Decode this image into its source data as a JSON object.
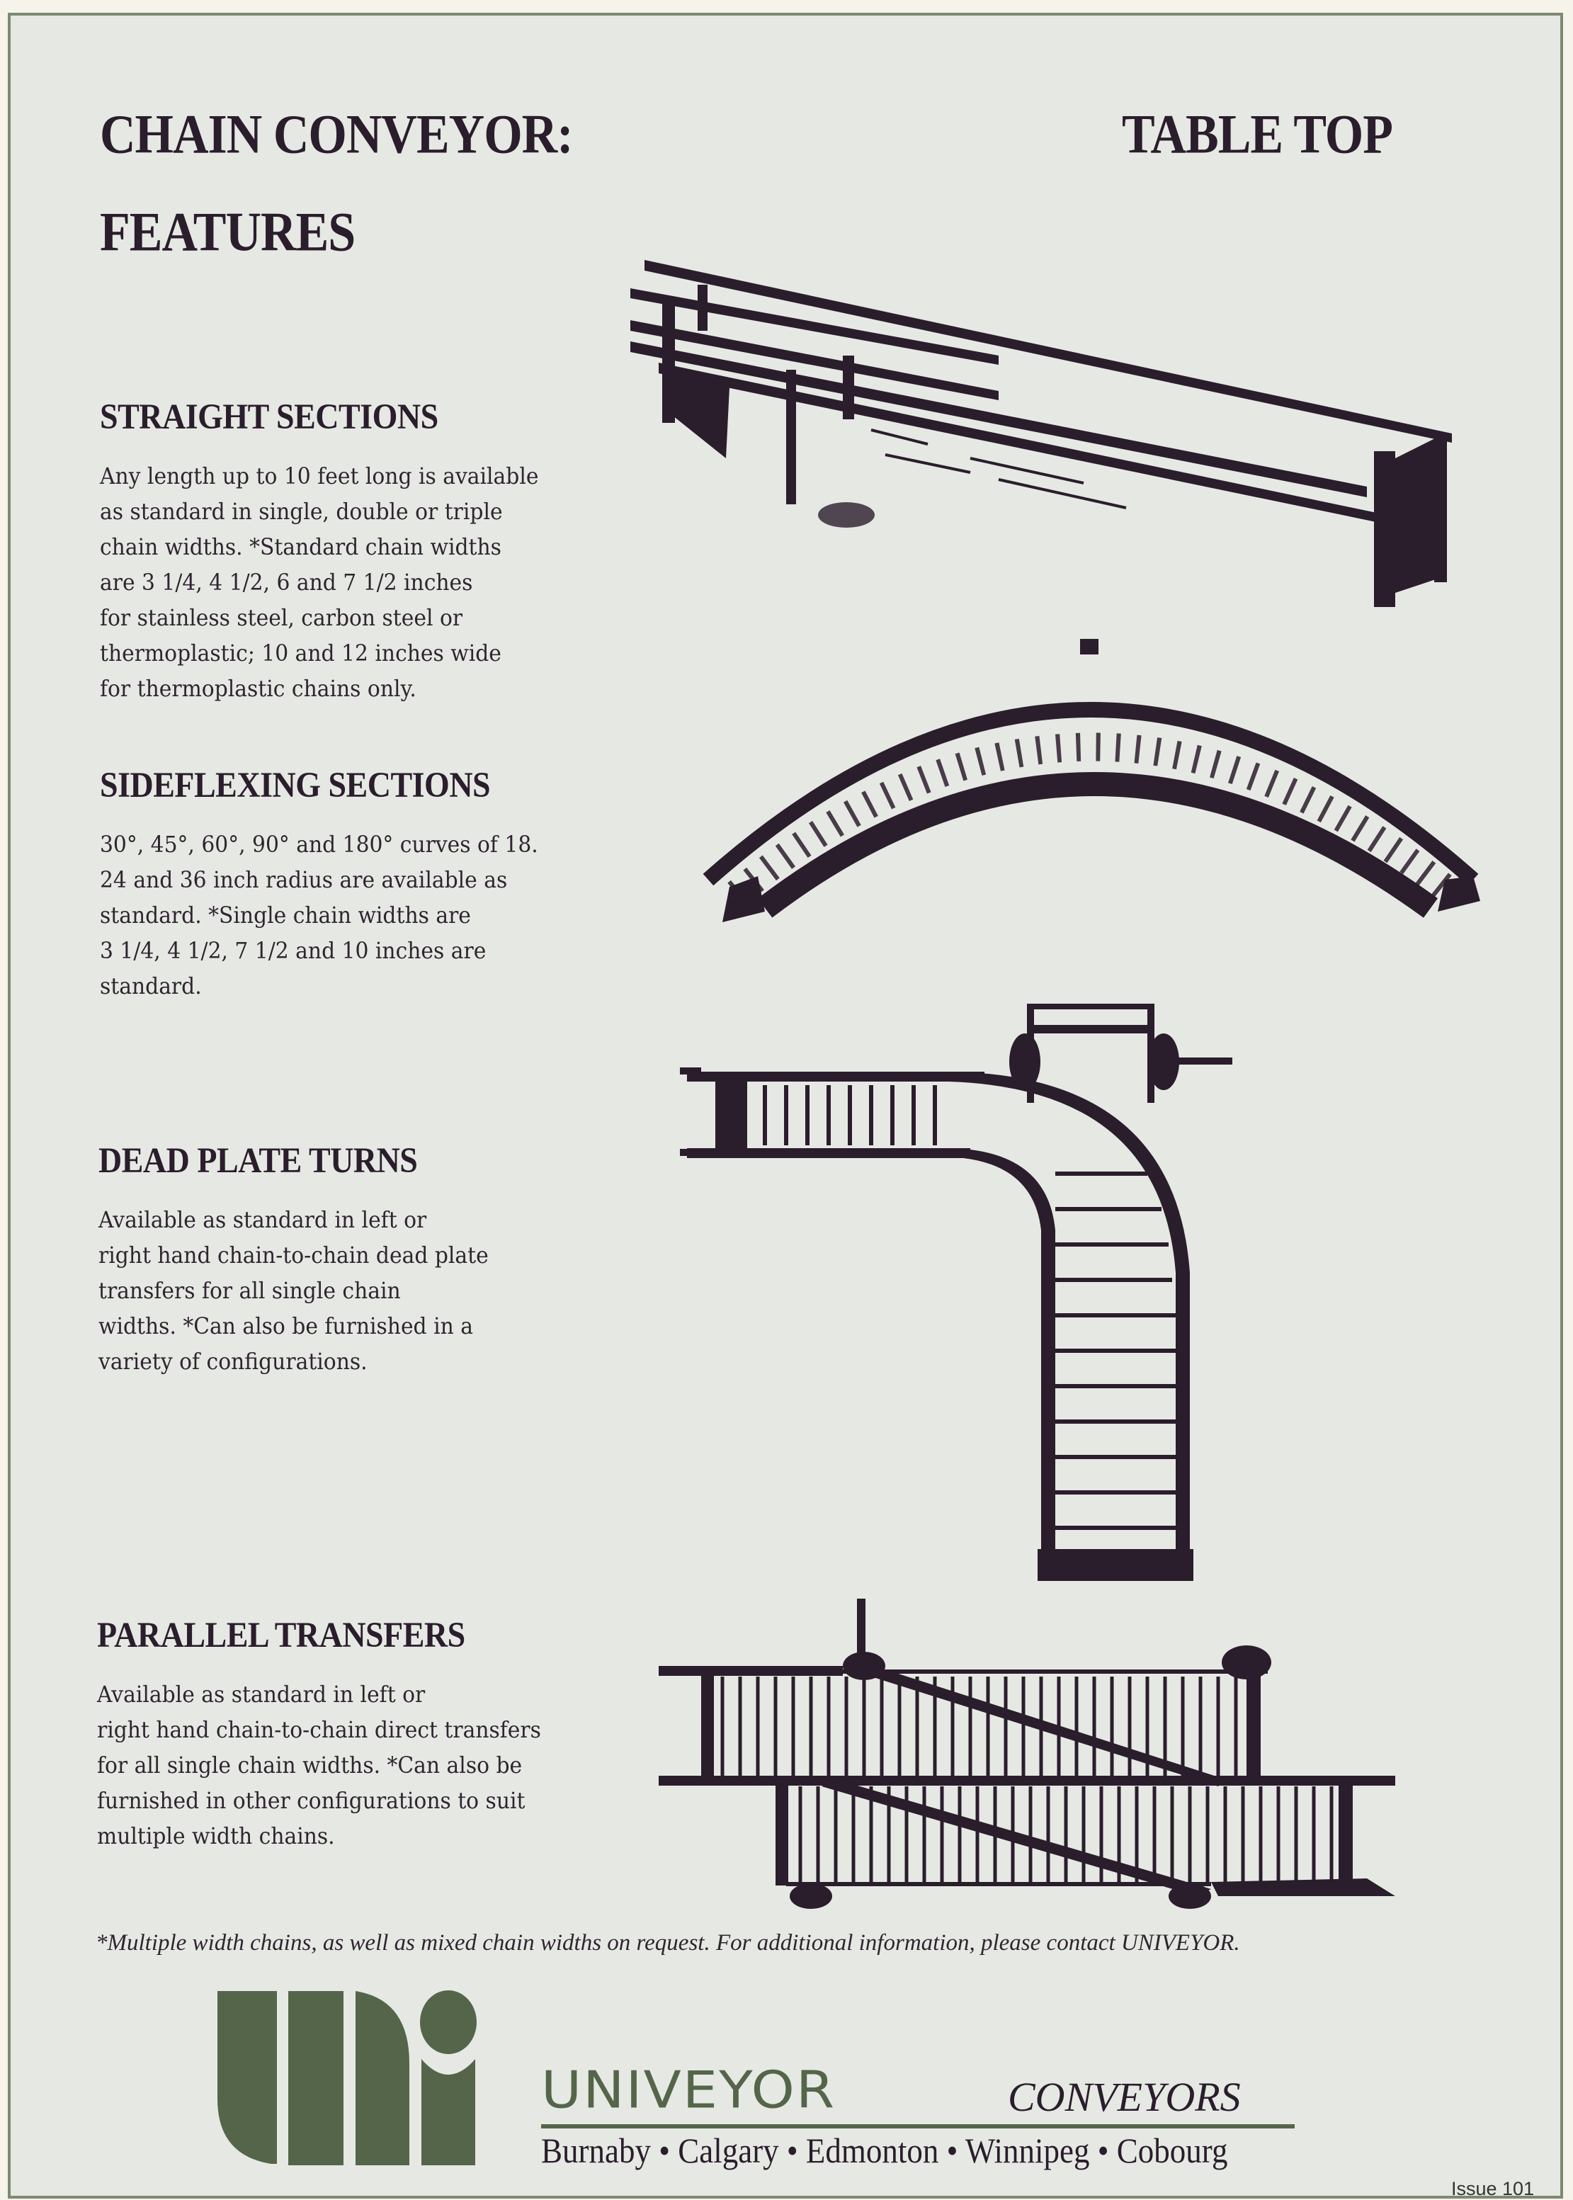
{
  "header": {
    "title_line1": "CHAIN CONVEYOR:",
    "title_line2": "FEATURES",
    "category": "TABLE TOP"
  },
  "sections": [
    {
      "heading": "STRAIGHT SECTIONS",
      "lines": [
        "Any length up to 10 feet long is available",
        "as standard in single, double or triple",
        "chain widths. *Standard chain widths",
        "are 3 1/4, 4 1/2, 6 and 7 1/2 inches",
        "for stainless steel, carbon steel or",
        "thermoplastic; 10 and 12 inches wide",
        "for thermoplastic chains only."
      ],
      "illustration": "straight-conveyor-section-illustration"
    },
    {
      "heading": "SIDEFLEXING SECTIONS",
      "lines": [
        "30°, 45°, 60°, 90° and 180° curves of 18.",
        "24 and 36 inch radius are available as",
        "standard. *Single chain widths are",
        "3 1/4, 4 1/2, 7 1/2 and 10 inches are",
        "standard."
      ],
      "illustration": "sideflexing-curve-illustration"
    },
    {
      "heading": "DEAD PLATE TURNS",
      "lines": [
        "Available as standard in left or",
        "right hand chain-to-chain dead plate",
        "transfers for all single chain",
        "widths. *Can also be furnished in a",
        "variety of configurations."
      ],
      "illustration": "dead-plate-turn-illustration"
    },
    {
      "heading": "PARALLEL TRANSFERS",
      "lines": [
        "Available as standard in left or",
        "right hand chain-to-chain direct transfers",
        "for all single chain widths. *Can also be",
        "furnished in other configurations to suit",
        "multiple width chains."
      ],
      "illustration": "parallel-transfer-illustration"
    }
  ],
  "footnote": "*Multiple width chains, as well as mixed chain widths on request. For additional information, please contact UNIVEYOR.",
  "brand": {
    "name": "UNIVEYOR",
    "tagline": "CONVEYORS",
    "locations": "Burnaby • Calgary • Edmonton • Winnipeg • Cobourg",
    "logo_color": "#55654a"
  },
  "issue": "Issue 101",
  "colors": {
    "ink": "#2a1d2c",
    "paper": "#e6e9e3",
    "border": "#7d8a72"
  }
}
